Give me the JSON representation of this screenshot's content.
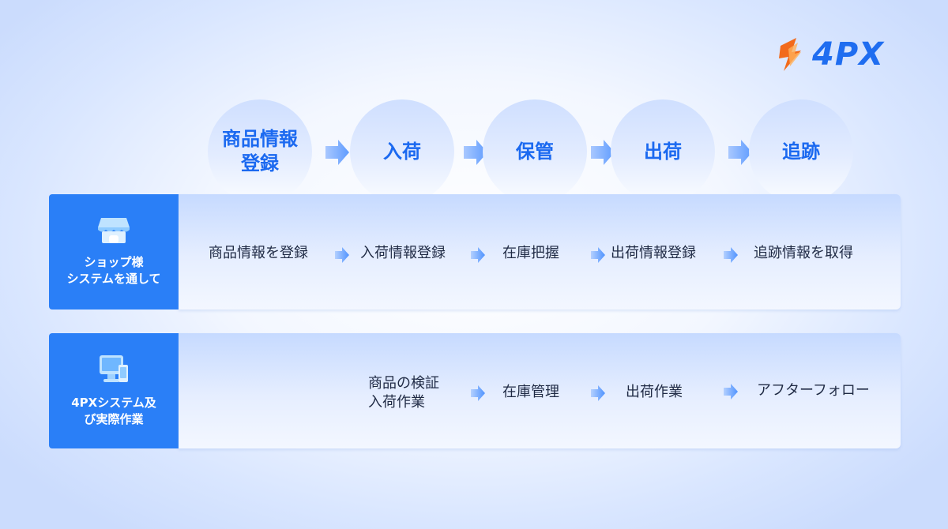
{
  "brand": {
    "logo_text": "4PX"
  },
  "stages": [
    {
      "label": "商品情報\n登録"
    },
    {
      "label": "入荷"
    },
    {
      "label": "保管"
    },
    {
      "label": "出荷"
    },
    {
      "label": "追跡"
    }
  ],
  "rows": [
    {
      "label": "ショップ様\nシステムを通して",
      "icon": "shop-icon",
      "steps": [
        "商品情報を登録",
        "入荷情報登録",
        "在庫把握",
        "出荷情報登録",
        "追跡情報を取得"
      ]
    },
    {
      "label": "4PXシステム及\nび実際作業",
      "icon": "monitor-devices-icon",
      "steps": [
        "商品の検証\n入荷作業",
        "在庫管理",
        "出荷作業",
        "アフターフォロー"
      ]
    }
  ],
  "colors": {
    "accent": "#1b69f0",
    "label_bg": "#2a7ff7",
    "logo_orange": "#f26a1b"
  }
}
